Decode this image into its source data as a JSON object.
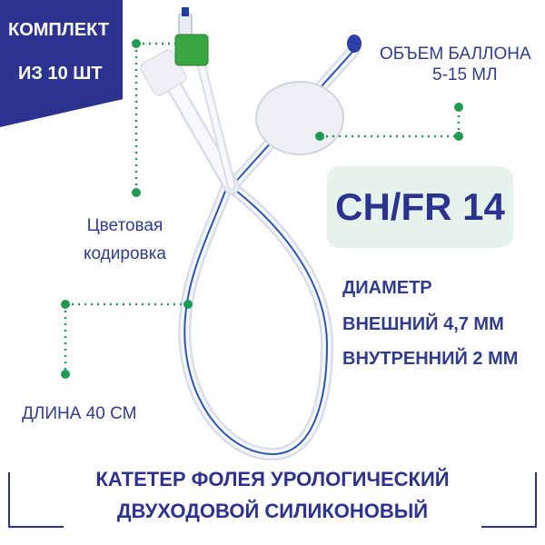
{
  "badge": {
    "line1": "КОМПЛЕКТ",
    "line2": "ИЗ 10 ШТ"
  },
  "balloon": {
    "line1": "ОБЪЕМ БАЛЛОНА",
    "line2": "5-15 МЛ"
  },
  "color_coding": {
    "line1": "Цветовая",
    "line2": "кодировка"
  },
  "size": {
    "label": "CH/FR 14"
  },
  "diameter": {
    "line1": "ДИАМЕТР",
    "line2": "ВНЕШНИЙ  4,7 ММ",
    "line3": "ВНУТРЕННИЙ 2 ММ"
  },
  "length": {
    "label": "ДЛИНА 40 СМ"
  },
  "title": {
    "line1": "КАТЕТЕР ФОЛЕЯ УРОЛОГИЧЕСКИЙ",
    "line2": "ДВУХОДОВОЙ СИЛИКОНОВЫЙ"
  },
  "colors": {
    "brand_blue": "#2b3290",
    "accent_green": "#1f9a55",
    "valve_green": "#3aa640",
    "mint": "#e6f2ec"
  }
}
